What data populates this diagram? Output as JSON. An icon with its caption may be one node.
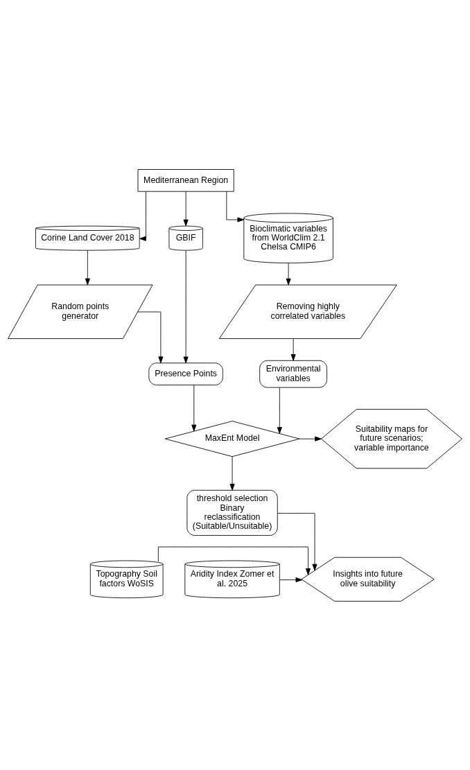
{
  "diagram": {
    "nodes": [
      {
        "text": [
          "Mediterranean Region"
        ]
      },
      {
        "text": [
          "Corine Land Cover 2018"
        ]
      },
      {
        "text": [
          "GBIF"
        ]
      },
      {
        "text": [
          "Bioclimatic variables from WorldClim 2.1 Chelsa CMIP6"
        ]
      },
      {
        "text": [
          "Random points generator"
        ]
      },
      {
        "text": [
          "Removing highly correlated variables"
        ]
      },
      {
        "text": [
          "Presence Points"
        ]
      },
      {
        "text": [
          "Environmental variables"
        ]
      },
      {
        "text": [
          "MaxEnt Model"
        ]
      },
      {
        "text": [
          "Suitability maps for future scenarios; variable importance"
        ]
      },
      {
        "text": [
          "threshold selection Binary reclassification (Suitable/Unsuitable)"
        ]
      },
      {
        "text": [
          "Topography Soil factors WoSIS"
        ]
      },
      {
        "text": [
          "Aridity Index Zomer et al. 2025"
        ]
      },
      {
        "text": [
          "Insights into future olive suitability"
        ]
      }
    ],
    "edges": [
      {
        "from": 0,
        "to": 1,
        "arrow": "to"
      },
      {
        "from": 0,
        "to": 2,
        "arrow": "to"
      },
      {
        "from": 0,
        "to": 3,
        "arrow": "to"
      },
      {
        "from": 1,
        "to": 4,
        "arrow": "to"
      },
      {
        "from": 4,
        "to": 6,
        "arrow": "to"
      },
      {
        "from": 2,
        "to": 6,
        "arrow": "to"
      },
      {
        "from": 3,
        "to": 5,
        "arrow": "to"
      },
      {
        "from": 5,
        "to": 7,
        "arrow": "to"
      },
      {
        "from": 6,
        "to": 8,
        "arrow": "to"
      },
      {
        "from": 7,
        "to": 8,
        "arrow": "to"
      },
      {
        "from": 8,
        "to": 9,
        "arrow": "to"
      },
      {
        "from": 8,
        "to": 10,
        "arrow": "to"
      },
      {
        "from": 10,
        "to": 13,
        "arrow": "to"
      },
      {
        "from": 11,
        "to": 13,
        "arrow": "to"
      },
      {
        "from": 12,
        "to": 13,
        "arrow": "to"
      }
    ]
  }
}
